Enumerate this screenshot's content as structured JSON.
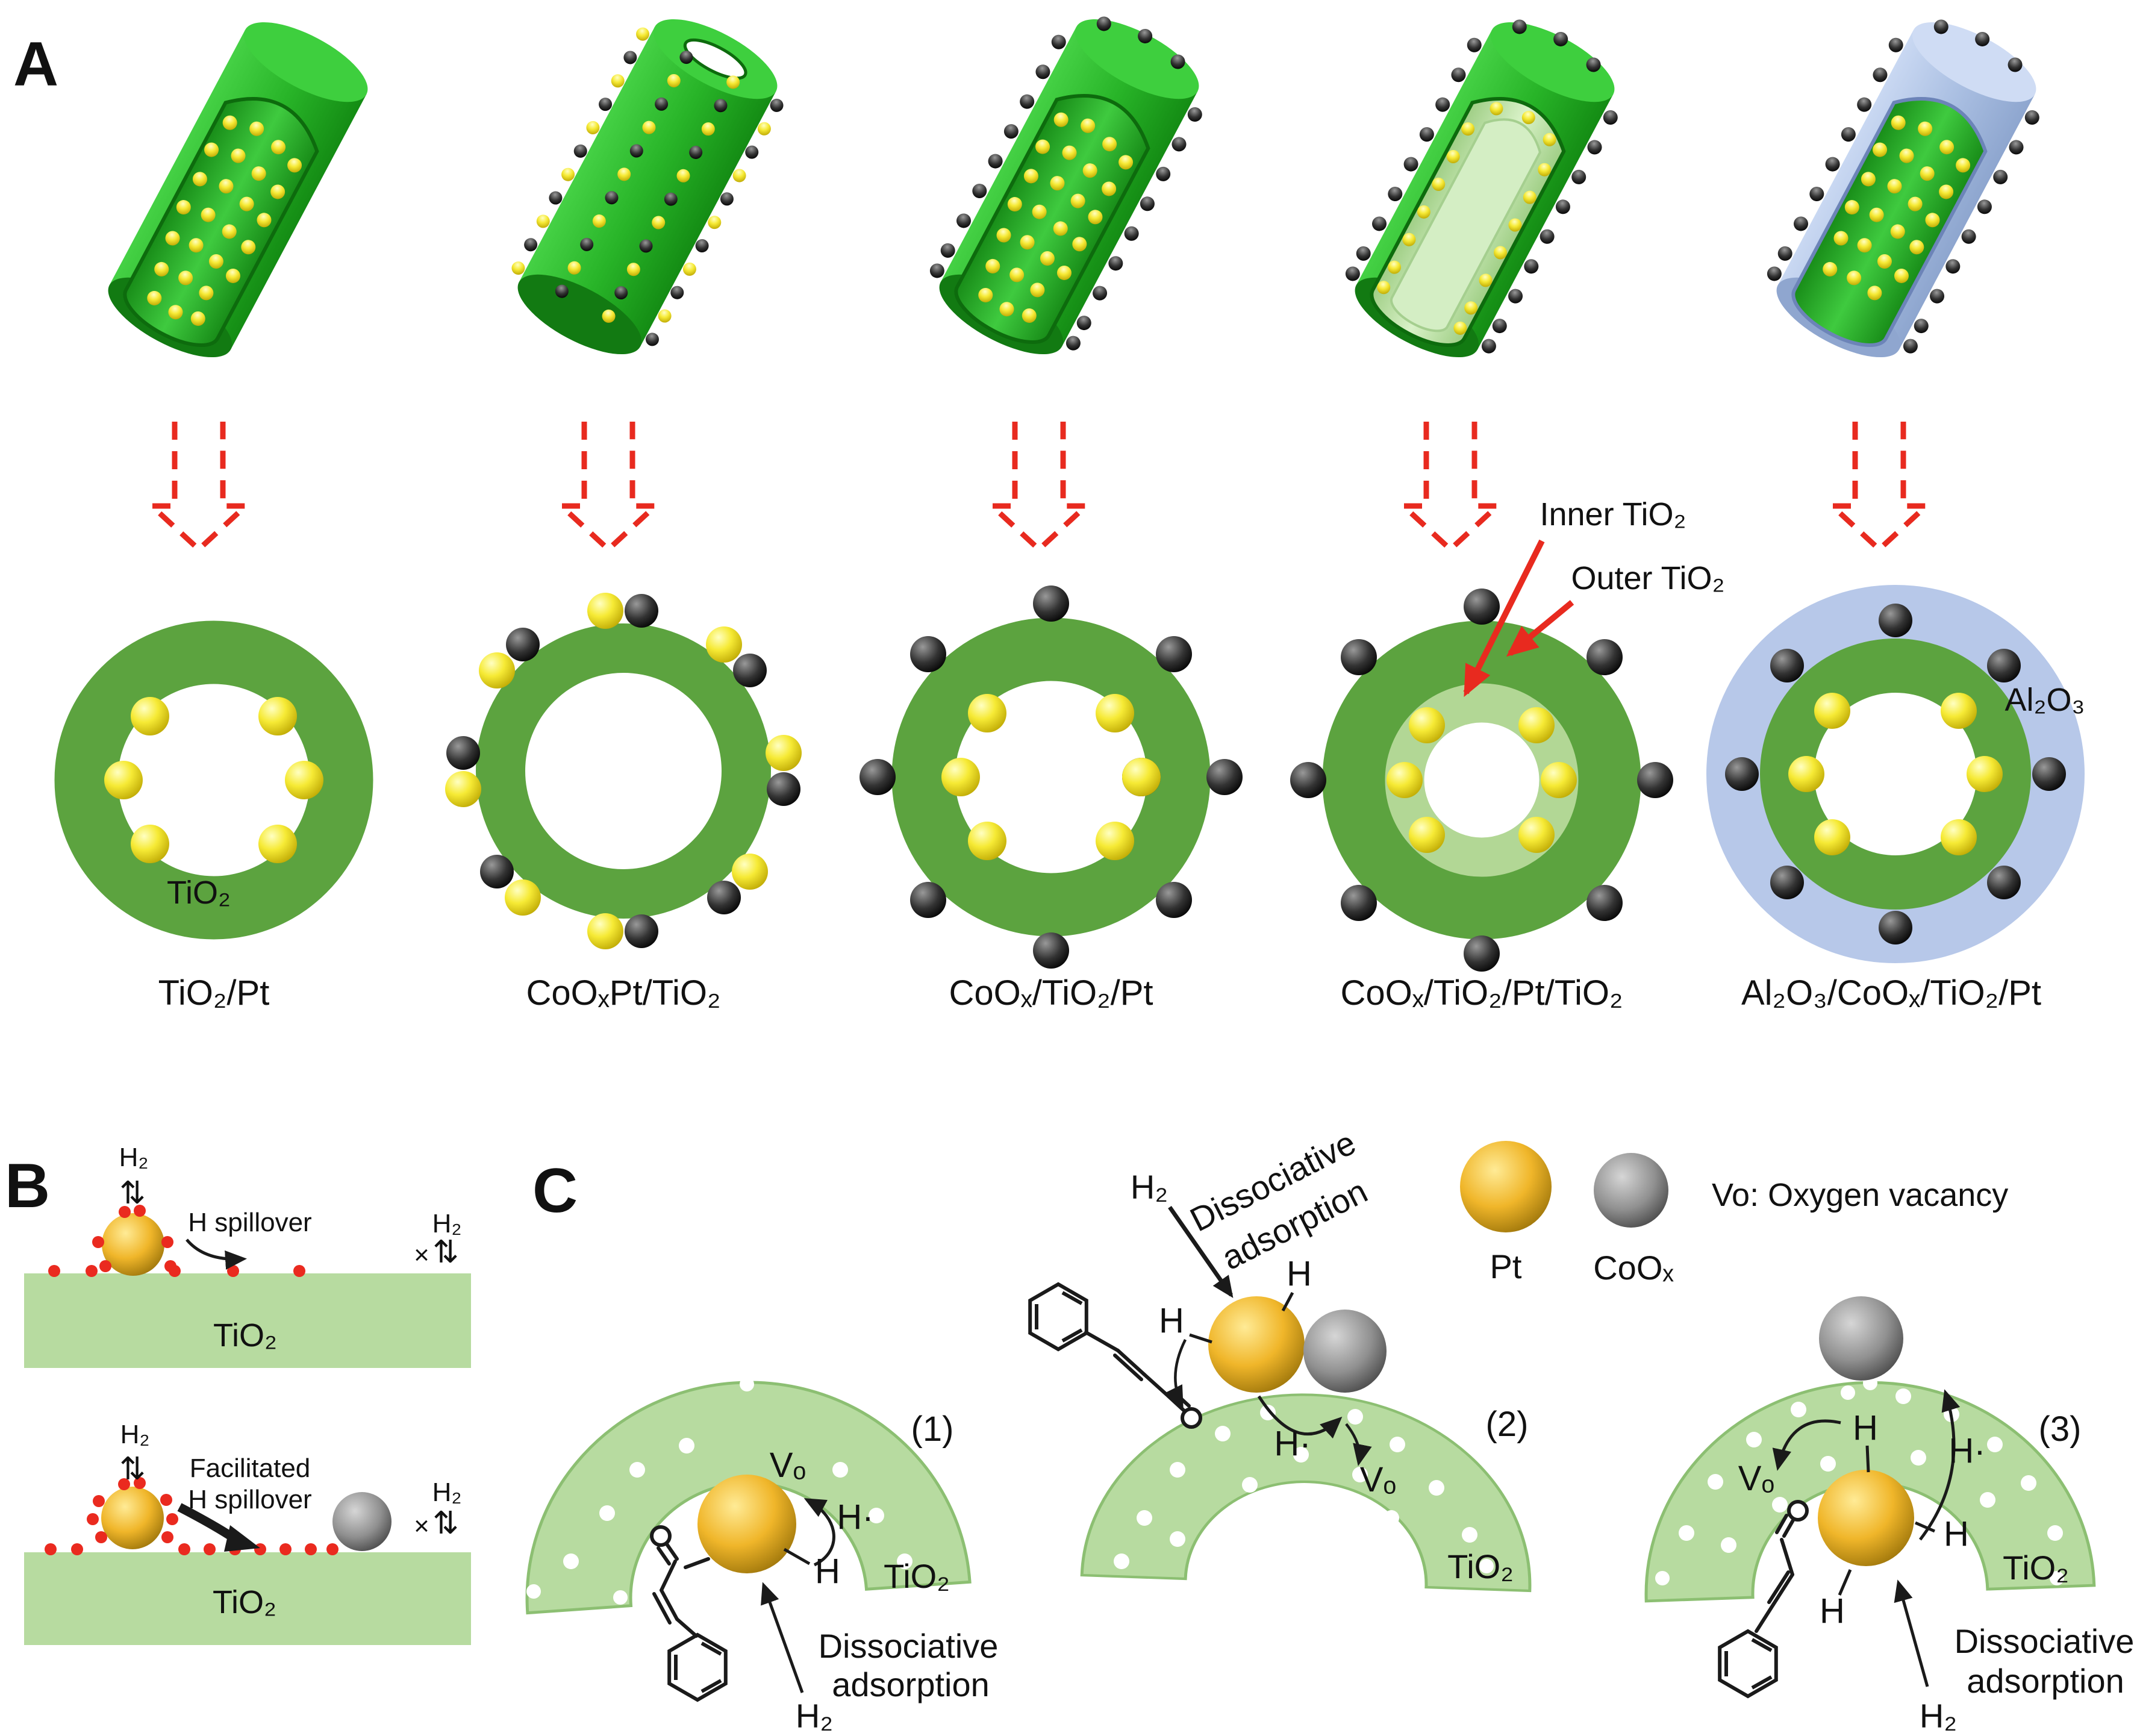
{
  "colors": {
    "tube_green": "#2fbb2f",
    "ring_green": "#5ca33f",
    "inner_ring_green": "#b2d795",
    "slab_green": "#b7dba0",
    "alumina_blue": "#b7c8e9",
    "accent_red": "#e82a1f",
    "pt_yellow": "#f2e52a",
    "pt_gold": "#edb01f",
    "coox_dark": "#1c1c1c"
  },
  "panel_a": {
    "label": "A",
    "catalysts": [
      "TiO₂/Pt",
      "CoOₓPt/TiO₂",
      "CoOₓ/TiO₂/Pt",
      "CoOₓ/TiO₂/Pt/TiO₂",
      "Al₂O₃/CoOₓ/TiO₂/Pt"
    ],
    "ring_tio2": "TiO₂",
    "inner_tio2": "Inner TiO₂",
    "outer_tio2": "Outer TiO₂",
    "al2o3": "Al₂O₃"
  },
  "panel_b": {
    "label": "B",
    "h2": "H₂",
    "equilibrium": "⇅",
    "times": "×",
    "h_spillover": "H spillover",
    "facilitated_line1": "Facilitated",
    "facilitated_line2": "H spillover",
    "tio2": "TiO₂"
  },
  "panel_c": {
    "label": "C",
    "legend": {
      "pt": "Pt",
      "coox": "CoOₓ",
      "vo_note": "Vo: Oxygen vacancy"
    },
    "vo": "Vₒ",
    "h_radical": "H·",
    "h": "H",
    "h2": "H₂",
    "tio2": "TiO₂",
    "diss1": "Dissociative",
    "diss2": "adsorption",
    "steps": [
      "(1)",
      "(2)",
      "(3)"
    ]
  }
}
